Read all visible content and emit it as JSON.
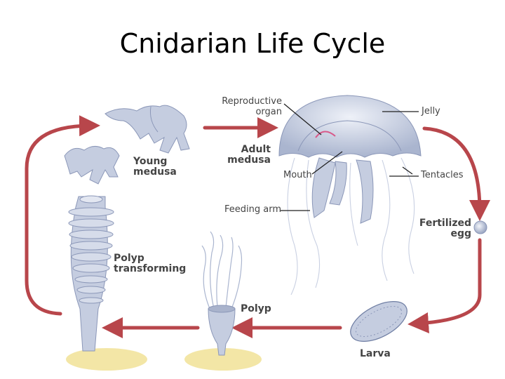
{
  "title": "Cnidarian Life Cycle",
  "labels": {
    "reproductive_organ": "Reproductive\norgan",
    "jelly": "Jelly",
    "adult_medusa": "Adult\nmedusa",
    "young_medusa": "Young\nmedusa",
    "mouth": "Mouth",
    "tentacles": "Tentacles",
    "feeding_arm": "Feeding arm",
    "fertilized_egg": "Fertilized\negg",
    "polyp_transforming": "Polyp\ntransforming",
    "polyp": "Polyp",
    "larva": "Larva"
  },
  "colors": {
    "arrow": "#b8464b",
    "creature": "#c5cde0",
    "creature_dark": "#8b97b8",
    "sand": "#f3e6a6",
    "leader": "#222222",
    "gonad": "#d85a8a"
  }
}
